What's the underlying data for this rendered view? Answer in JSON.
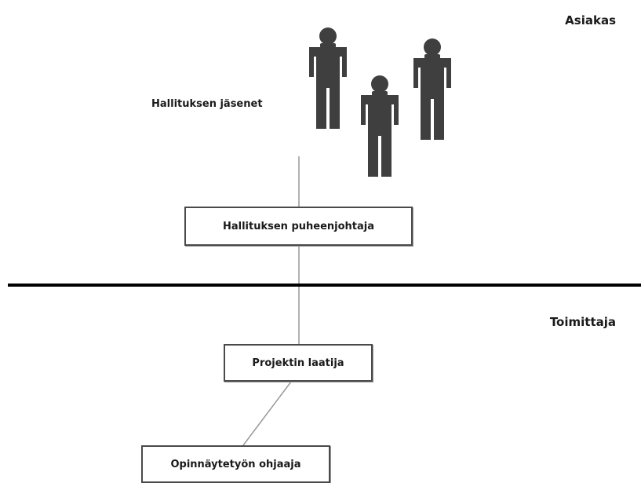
{
  "sections": {
    "client_label": "Asiakas",
    "supplier_label": "Toimittaja"
  },
  "board_members_label": "Hallituksen jäsenet",
  "roles": {
    "chair": "Hallituksen puheenjohtaja",
    "project_author": "Projektin laatija",
    "thesis_supervisor": "Opinnäytetyön ohjaaja"
  },
  "icons": {
    "person": "person-icon"
  },
  "colors": {
    "figure": "#3f3f3f",
    "divider": "#000000",
    "connector": "#999999",
    "box_border": "#4a4a4a"
  }
}
